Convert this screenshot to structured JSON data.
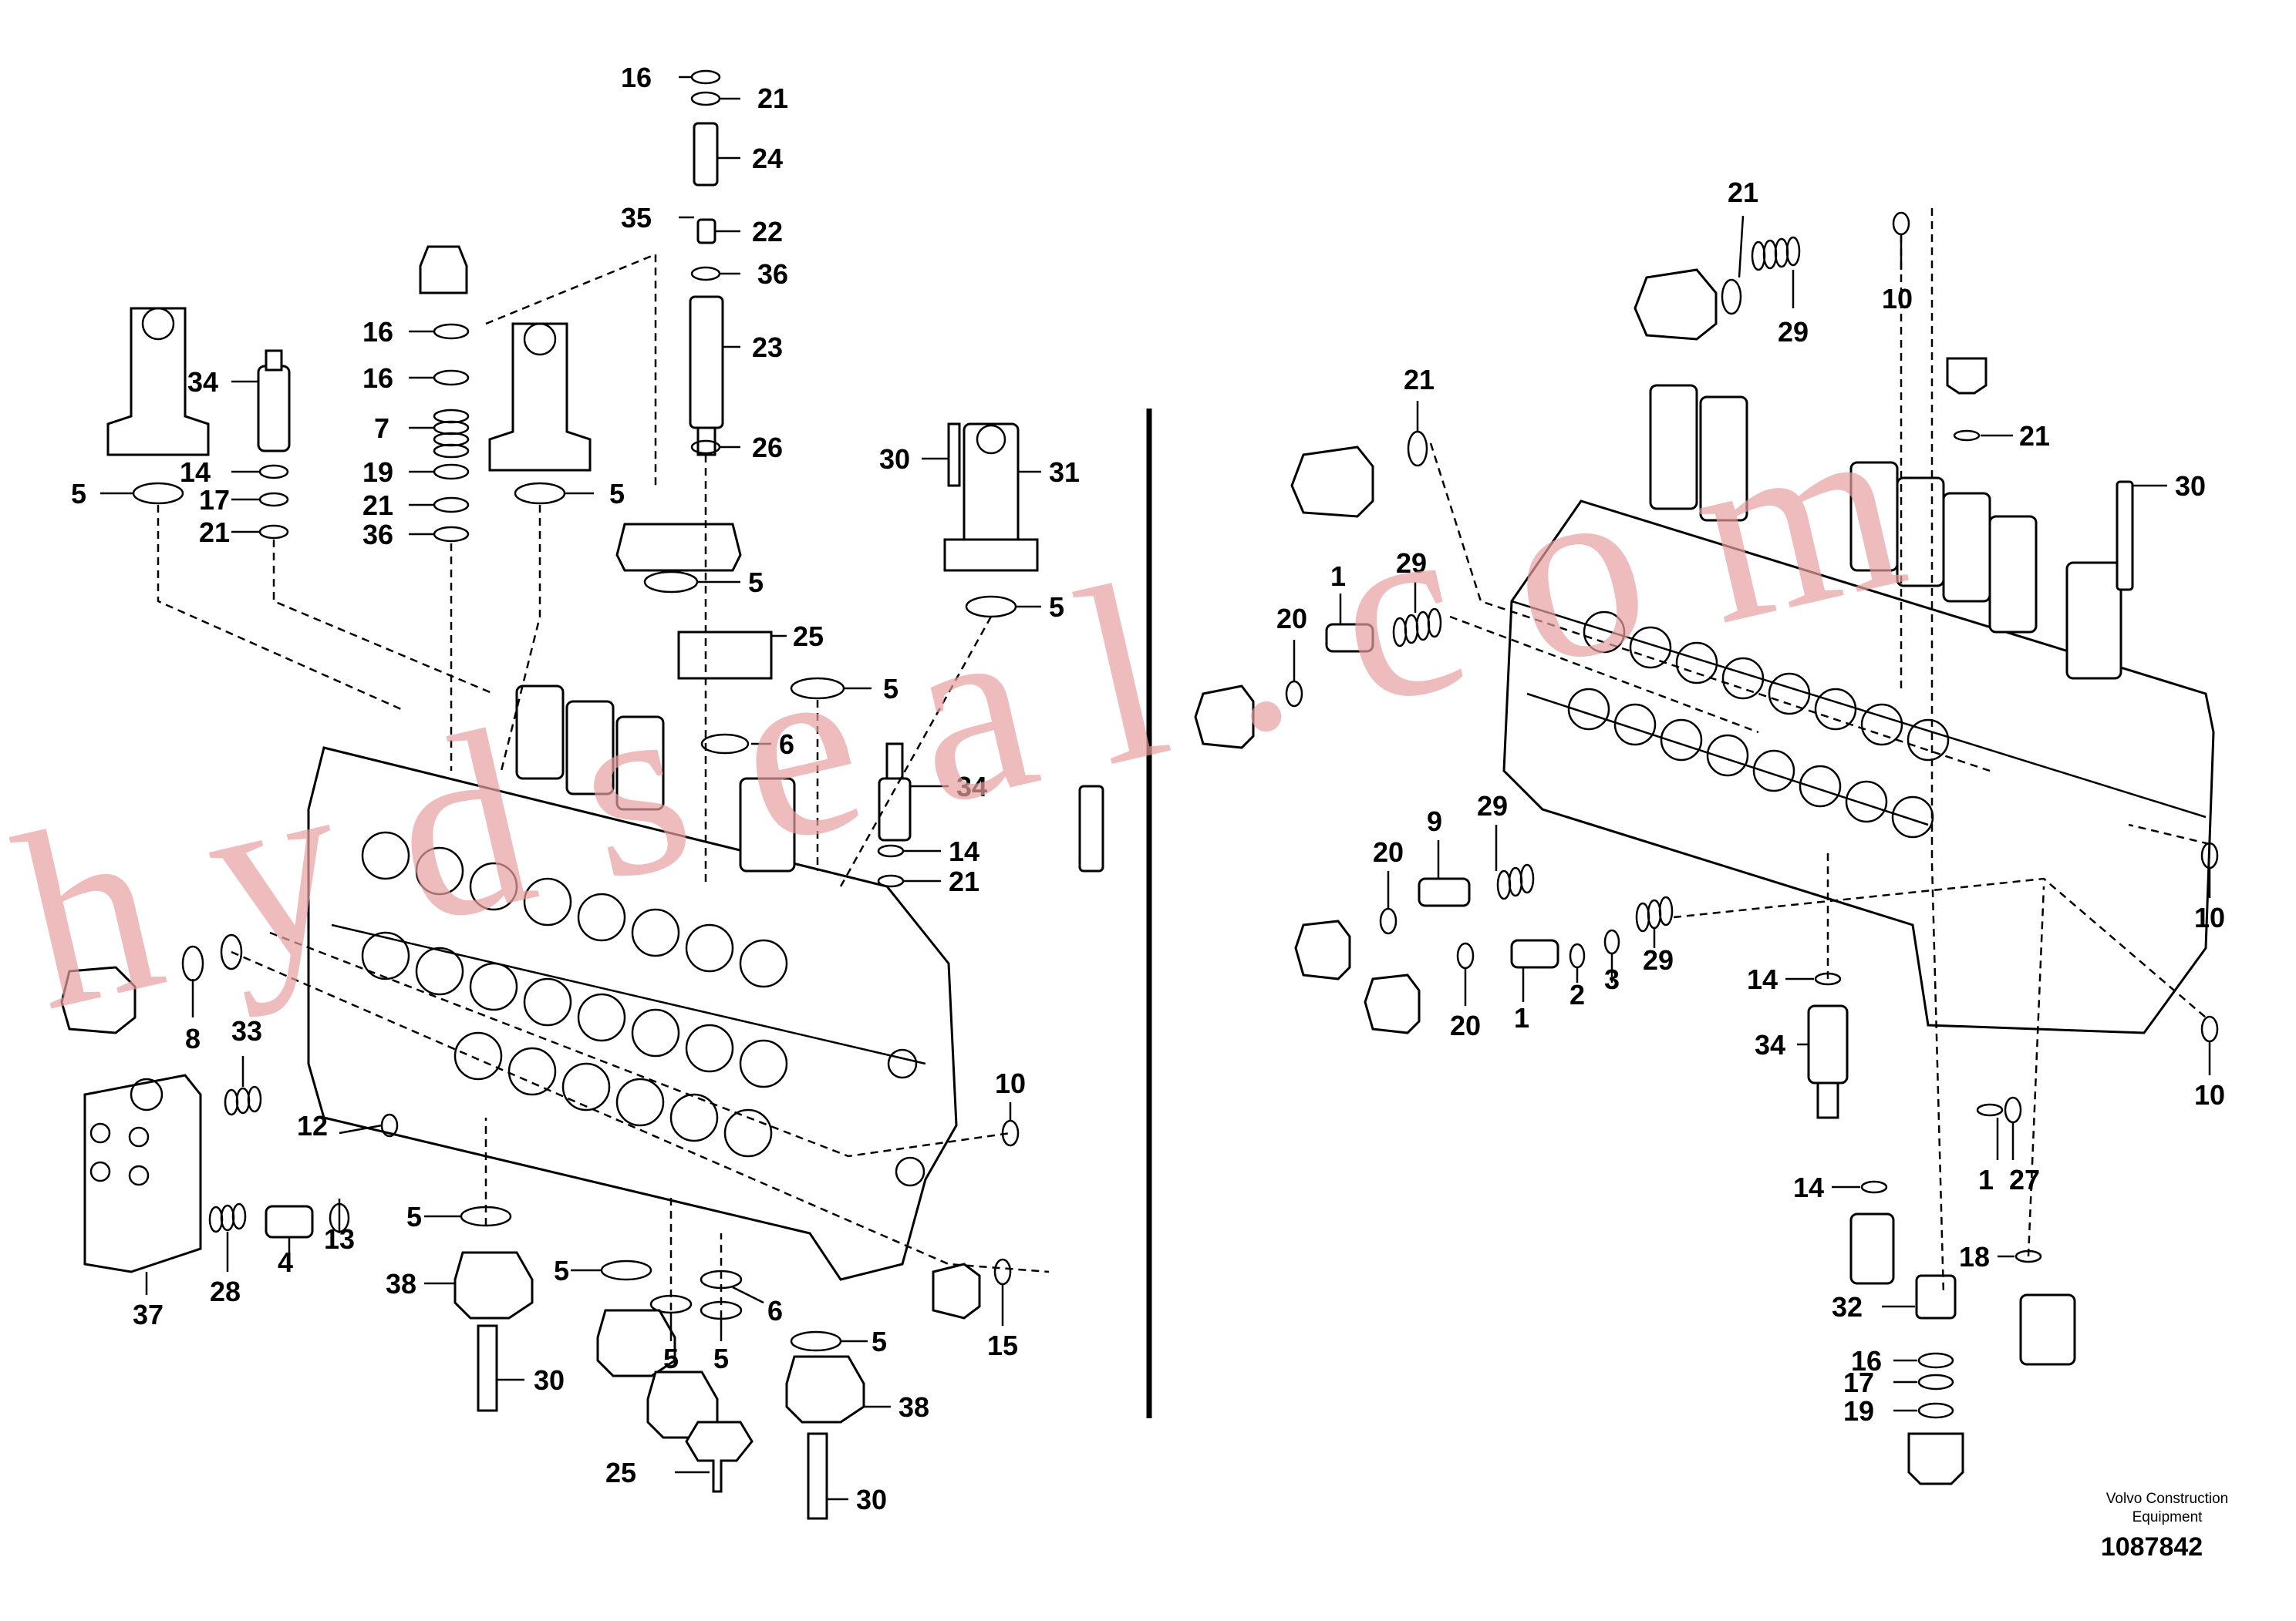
{
  "watermark": "h y d s e a l . c o m",
  "credit": {
    "line1": "Volvo Construction",
    "line2": "Equipment"
  },
  "document_number": "1087842",
  "part_labels": {
    "left": [
      "16",
      "21",
      "24",
      "35",
      "22",
      "36",
      "23",
      "26",
      "16",
      "16",
      "7",
      "19",
      "21",
      "36",
      "34",
      "14",
      "17",
      "21",
      "5",
      "5",
      "30",
      "31",
      "5",
      "5",
      "25",
      "5",
      "6",
      "34",
      "14",
      "21",
      "8",
      "33",
      "12",
      "13",
      "4",
      "28",
      "37",
      "10",
      "5",
      "38",
      "30",
      "5",
      "5",
      "6",
      "5",
      "25",
      "5",
      "38",
      "30",
      "15"
    ],
    "right": [
      "21",
      "29",
      "10",
      "21",
      "21",
      "30",
      "20",
      "1",
      "29",
      "20",
      "9",
      "29",
      "20",
      "1",
      "2",
      "3",
      "29",
      "10",
      "14",
      "34",
      "10",
      "14",
      "1",
      "27",
      "18",
      "32",
      "16",
      "17",
      "19"
    ]
  }
}
